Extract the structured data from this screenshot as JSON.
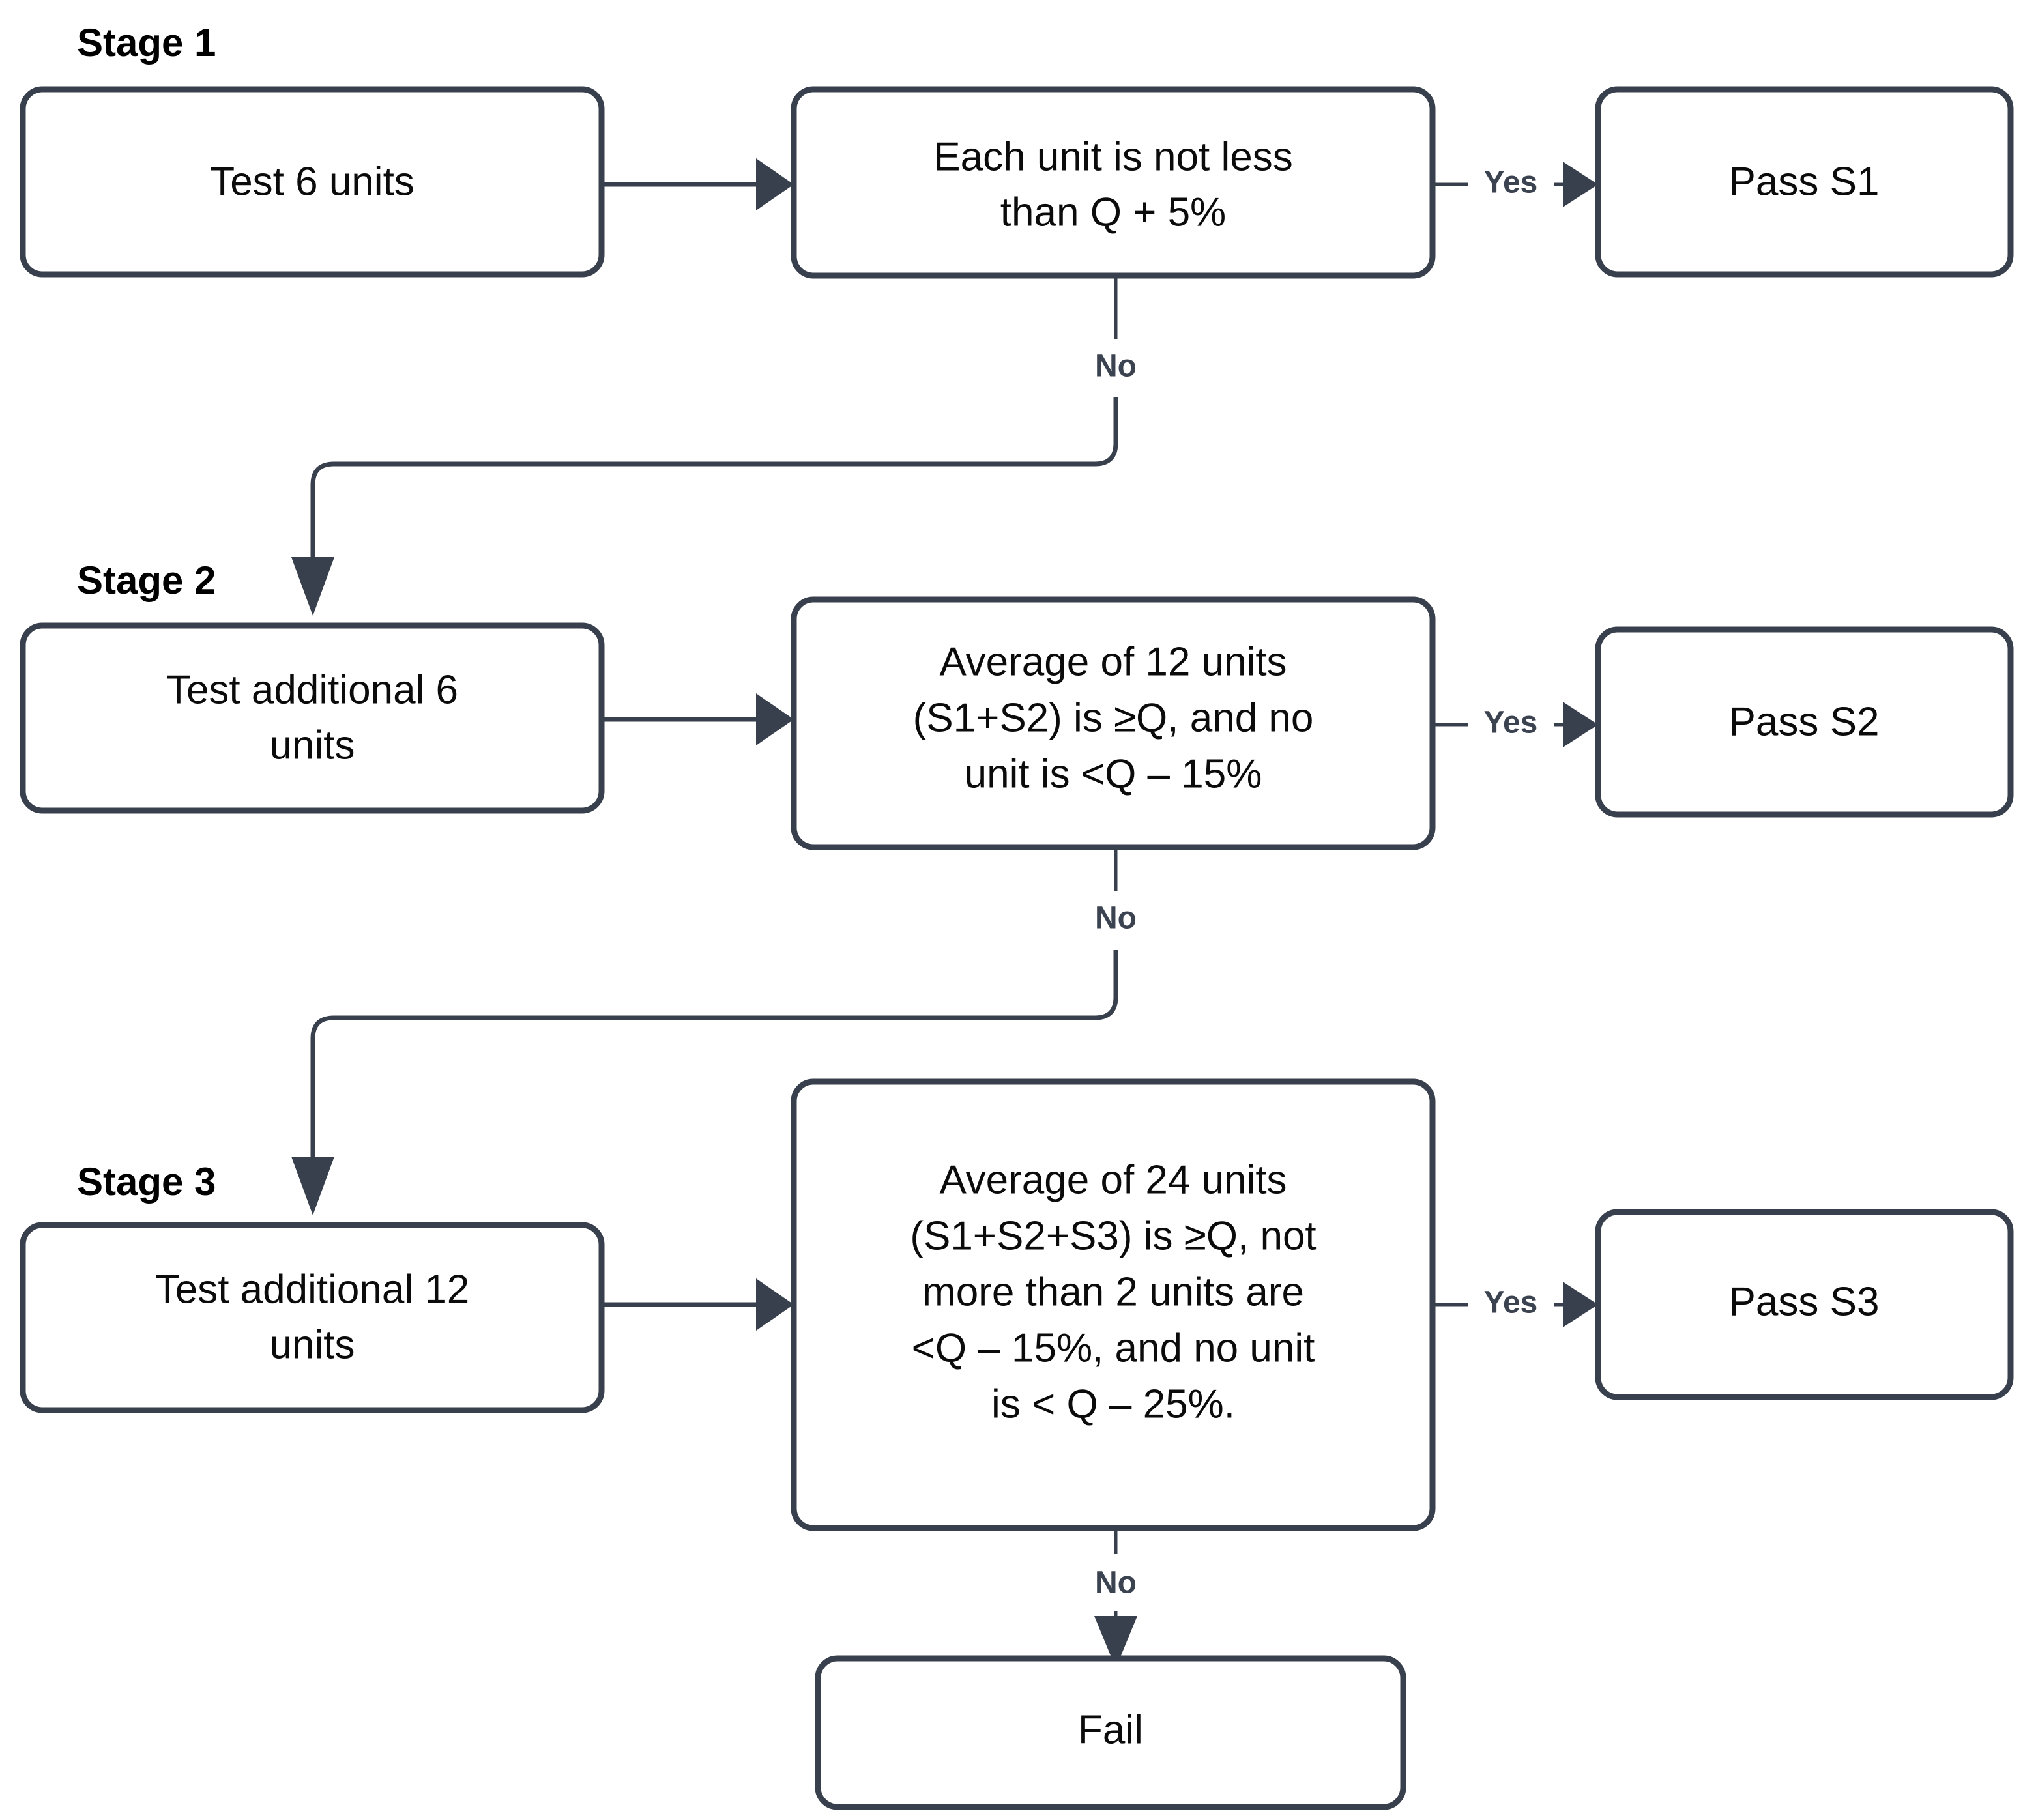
{
  "diagram": {
    "title": "Three-stage dissolution acceptance flowchart",
    "colors": {
      "box_border": "#39404d",
      "box_fill": "#ffffff",
      "connector": "#39404d",
      "text": "#0b0b0b",
      "label_text": "#3b4250",
      "background": "#ffffff"
    }
  },
  "stages": [
    {
      "id": "stage1",
      "label": "Stage 1"
    },
    {
      "id": "stage2",
      "label": "Stage 2"
    },
    {
      "id": "stage3",
      "label": "Stage 3"
    }
  ],
  "nodes": {
    "test_s1": {
      "text": "Test 6 units"
    },
    "decision_s1": {
      "line1": "Each unit is not less",
      "line2": "than Q + 5%"
    },
    "pass_s1": {
      "text": "Pass S1"
    },
    "test_s2": {
      "line1": "Test additional 6",
      "line2": "units"
    },
    "decision_s2": {
      "line1": "Average of 12 units",
      "line2": "(S1+S2) is ≥Q, and no",
      "line3": "unit is <Q – 15%"
    },
    "pass_s2": {
      "text": "Pass S2"
    },
    "test_s3": {
      "line1": "Test additional 12",
      "line2": "units"
    },
    "decision_s3": {
      "line1": "Average of 24 units",
      "line2": "(S1+S2+S3) is ≥Q, not",
      "line3": "more than 2 units are",
      "line4": "<Q – 15%, and no unit",
      "line5": "is < Q – 25%."
    },
    "pass_s3": {
      "text": "Pass S3"
    },
    "fail": {
      "text": "Fail"
    }
  },
  "edges": {
    "s1_yes": "Yes",
    "s1_no": "No",
    "s2_yes": "Yes",
    "s2_no": "No",
    "s3_yes": "Yes",
    "s3_no": "No"
  }
}
